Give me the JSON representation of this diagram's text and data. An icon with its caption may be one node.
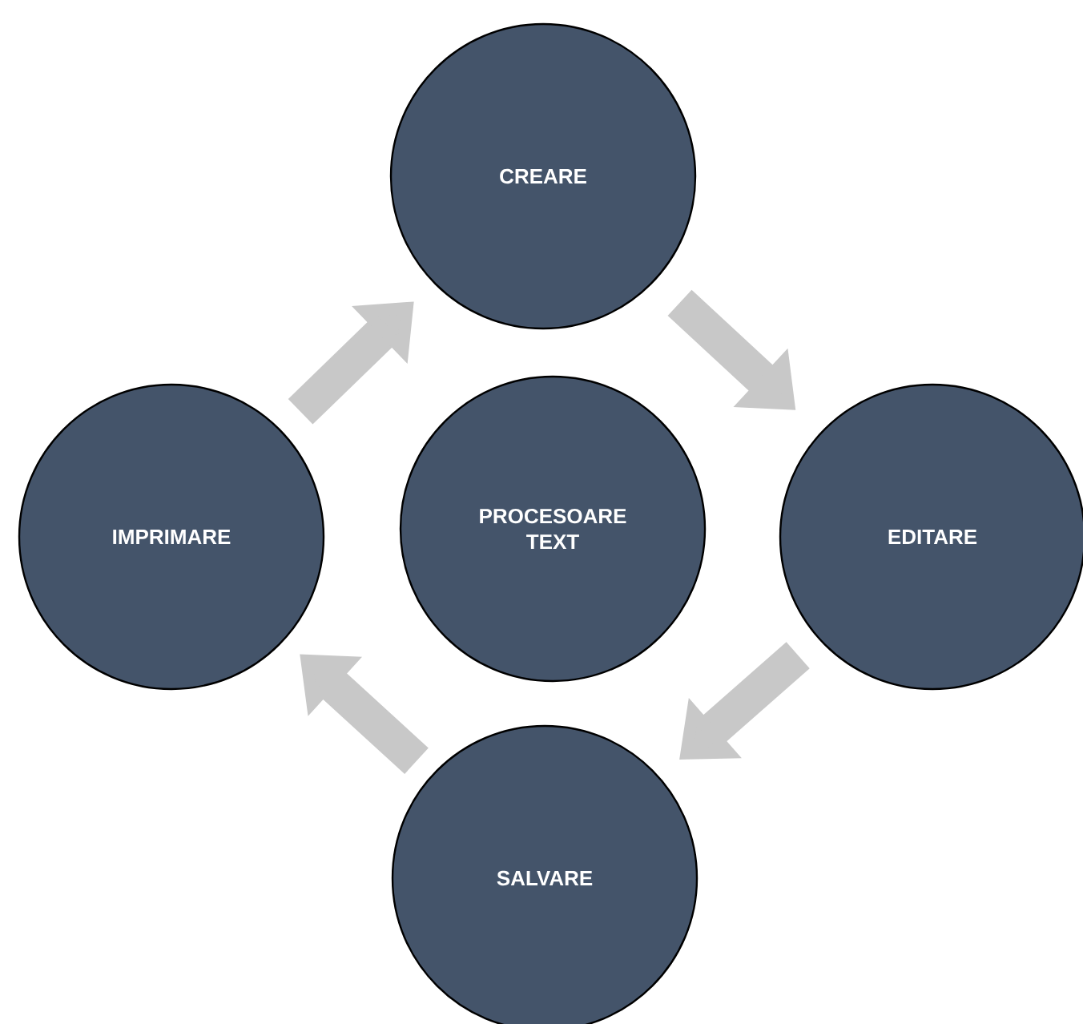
{
  "diagram": {
    "nodes": [
      {
        "text": [
          "CREARE"
        ]
      },
      {
        "text": [
          "IMPRIMARE"
        ]
      },
      {
        "text": [
          "PROCESOARE TEXT"
        ]
      },
      {
        "text": [
          "EDITARE"
        ]
      },
      {
        "text": [
          "SALVARE"
        ]
      }
    ],
    "edges": [
      {
        "from": 0,
        "to": 3,
        "arrow": "to"
      },
      {
        "from": 3,
        "to": 4,
        "arrow": "to"
      },
      {
        "from": 4,
        "to": 1,
        "arrow": "to"
      },
      {
        "from": 1,
        "to": 0,
        "arrow": "to"
      }
    ]
  }
}
